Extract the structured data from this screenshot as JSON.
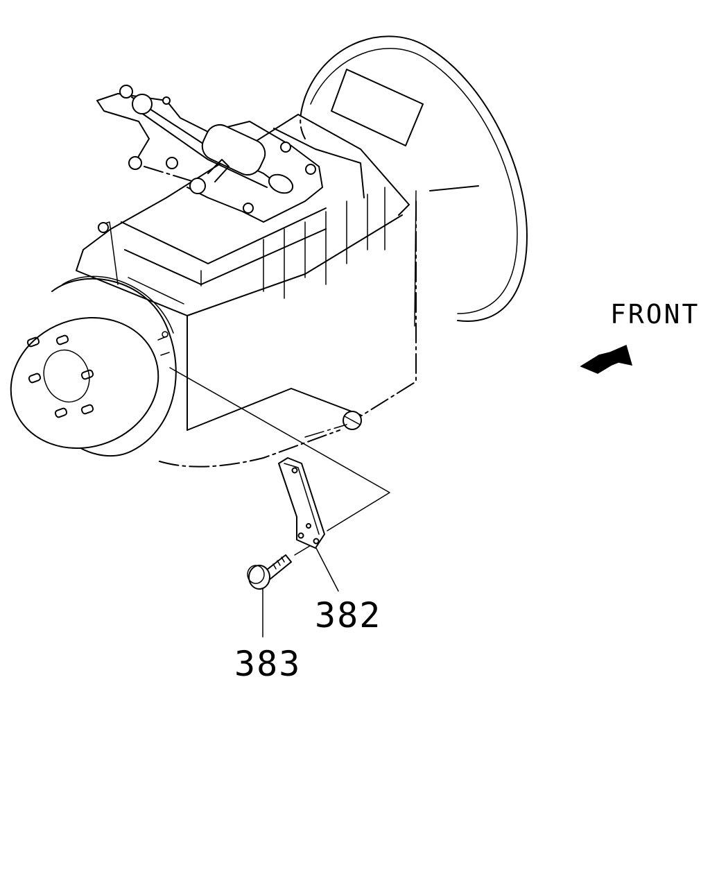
{
  "diagram": {
    "direction_label": "FRONT",
    "callouts": [
      {
        "number": "382"
      },
      {
        "number": "383"
      }
    ],
    "line_color": "#000000",
    "background": "#ffffff"
  }
}
